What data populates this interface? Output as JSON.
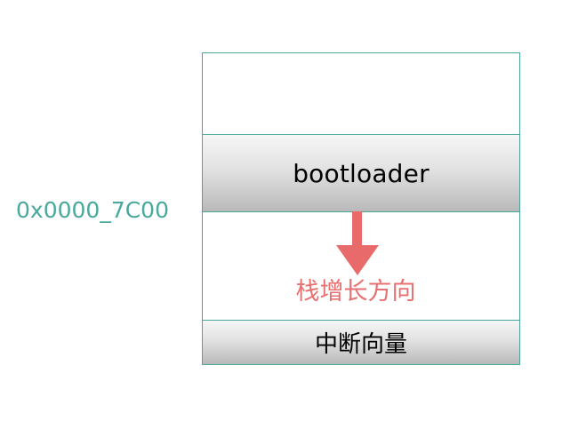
{
  "labels": {
    "address": "0x0000_7C00",
    "bootloader": "bootloader",
    "stack_growth": "栈增长方向",
    "interrupt_vector_table": "中断向量"
  },
  "colors": {
    "outline": "#4aa89c",
    "address_text": "#4aa89c",
    "arrow": "#e86a6a",
    "stack_growth_text": "#e87070",
    "region_fill_top": "#f6f6f6",
    "region_fill_bottom": "#b9b9b9"
  },
  "icons": {
    "stack_arrow": "down-arrow-icon"
  }
}
